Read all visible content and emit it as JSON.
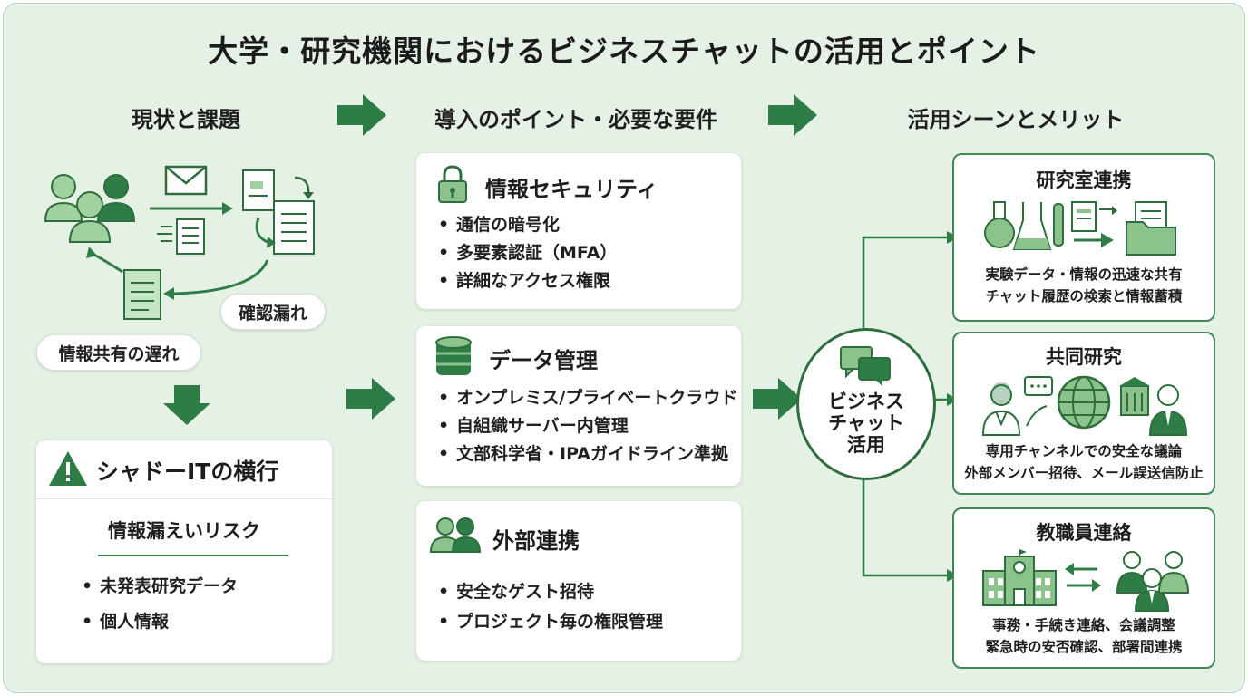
{
  "title": "大学・研究機関におけるビジネスチャットの活用とポイント",
  "columns": {
    "current": "現状と課題",
    "requirements": "導入のポイント・必要な要件",
    "benefits": "活用シーンとメリット"
  },
  "issues": {
    "delay_label": "情報共有の遅れ",
    "missed_label": "確認漏れ",
    "shadow_title": "シャドーITの横行",
    "risk_title": "情報漏えいリスク",
    "risk_items": [
      "未発表研究データ",
      "個人情報"
    ]
  },
  "requirements": [
    {
      "title": "情報セキュリティ",
      "icon": "lock-icon",
      "items": [
        "通信の暗号化",
        "多要素認証（MFA）",
        "詳細なアクセス権限"
      ]
    },
    {
      "title": "データ管理",
      "icon": "database-icon",
      "items": [
        "オンプレミス/プライベートクラウド",
        "自組織サーバー内管理",
        "文部科学省・IPAガイドライン準拠"
      ]
    },
    {
      "title": "外部連携",
      "icon": "users-icon",
      "items": [
        "安全なゲスト招待",
        "プロジェクト毎の権限管理"
      ]
    }
  ],
  "hub": {
    "line1": "ビジネス",
    "line2": "チャット",
    "line3": "活用",
    "icon": "chat-bubbles-icon"
  },
  "benefits": [
    {
      "title": "研究室連携",
      "lines": [
        "実験データ・情報の迅速な共有",
        "チャット履歴の検索と情報蓄積"
      ]
    },
    {
      "title": "共同研究",
      "lines": [
        "専用チャンネルでの安全な議論",
        "外部メンバー招待、メール誤送信防止"
      ]
    },
    {
      "title": "教職員連絡",
      "lines": [
        "事務・手続き連絡、会議調整",
        "緊急時の安否確認、部署間連携"
      ]
    }
  ],
  "colors": {
    "accent": "#2e7d46",
    "light": "#8cc38c",
    "background": "#e6f1e6"
  }
}
